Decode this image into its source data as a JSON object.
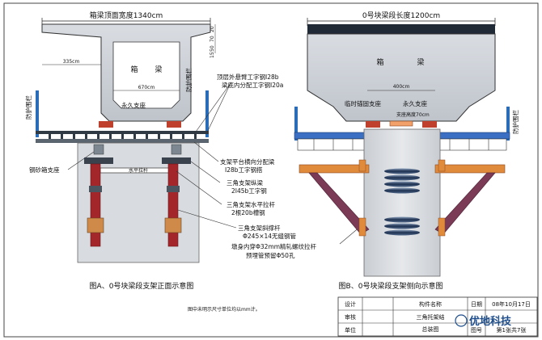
{
  "views": {
    "front": {
      "top_width_label": "箱梁顶面宽度1340cm",
      "box_label_1": "箱",
      "box_label_2": "梁",
      "dim_left": "335cm",
      "dim_inner": "670cm",
      "permanent_bearing": "永久支座",
      "guardrail_left": "防护围栏",
      "guardrail_right": "防护围栏",
      "pier_bearing": "钢砂箱支座",
      "brace_small": "水平拉杆",
      "vdim_1": "20",
      "vdim_2": "70",
      "vdim_3": "50",
      "vdim_4": "15",
      "caption": "图A、0号块梁段支架正面示意图"
    },
    "side": {
      "length_label": "0号块梁段长度1200cm",
      "box_label_1": "箱",
      "box_label_2": "梁",
      "dim_400": "400cm",
      "temp_bearing": "临时锚固支座",
      "permanent_bearing": "永久支座",
      "bearing_height": "支座高度70cm",
      "guardrail": "防护围栏",
      "caption": "图B、0号块梁段支架侧向示意图"
    },
    "notes": {
      "top_1": "顶层外悬臂工字钢I28b",
      "top_2": "梁底内分配工字钢I20a",
      "platform_1": "支架平台横向分配梁",
      "platform_2": "I28b工字钢搭",
      "longbeam_1": "三角支架纵梁",
      "longbeam_2": "2I45b工字钢",
      "hbrace_1": "三角支架水平拉杆",
      "hbrace_2": "2根20b槽钢",
      "diag_1": "三角支架斜撑杆",
      "diag_2": "Φ245×14无缝钢管",
      "rod_1": "墩身内穿Φ32mm精轧螺纹拉杆",
      "rod_2": "预埋管预留Φ50孔"
    },
    "footnote": "图中未明示尺寸单位均以mm计。",
    "title_block": {
      "design": "设计",
      "check": "审核",
      "unit": "单位",
      "component_name": "构件名称",
      "title_1": "三角托架结",
      "title_2": "总装图",
      "date_label": "日期",
      "date_value": "08年10月17日",
      "drawing_no": "图号",
      "sheet_info": "第1张共7张"
    },
    "watermark": "优地科技"
  }
}
